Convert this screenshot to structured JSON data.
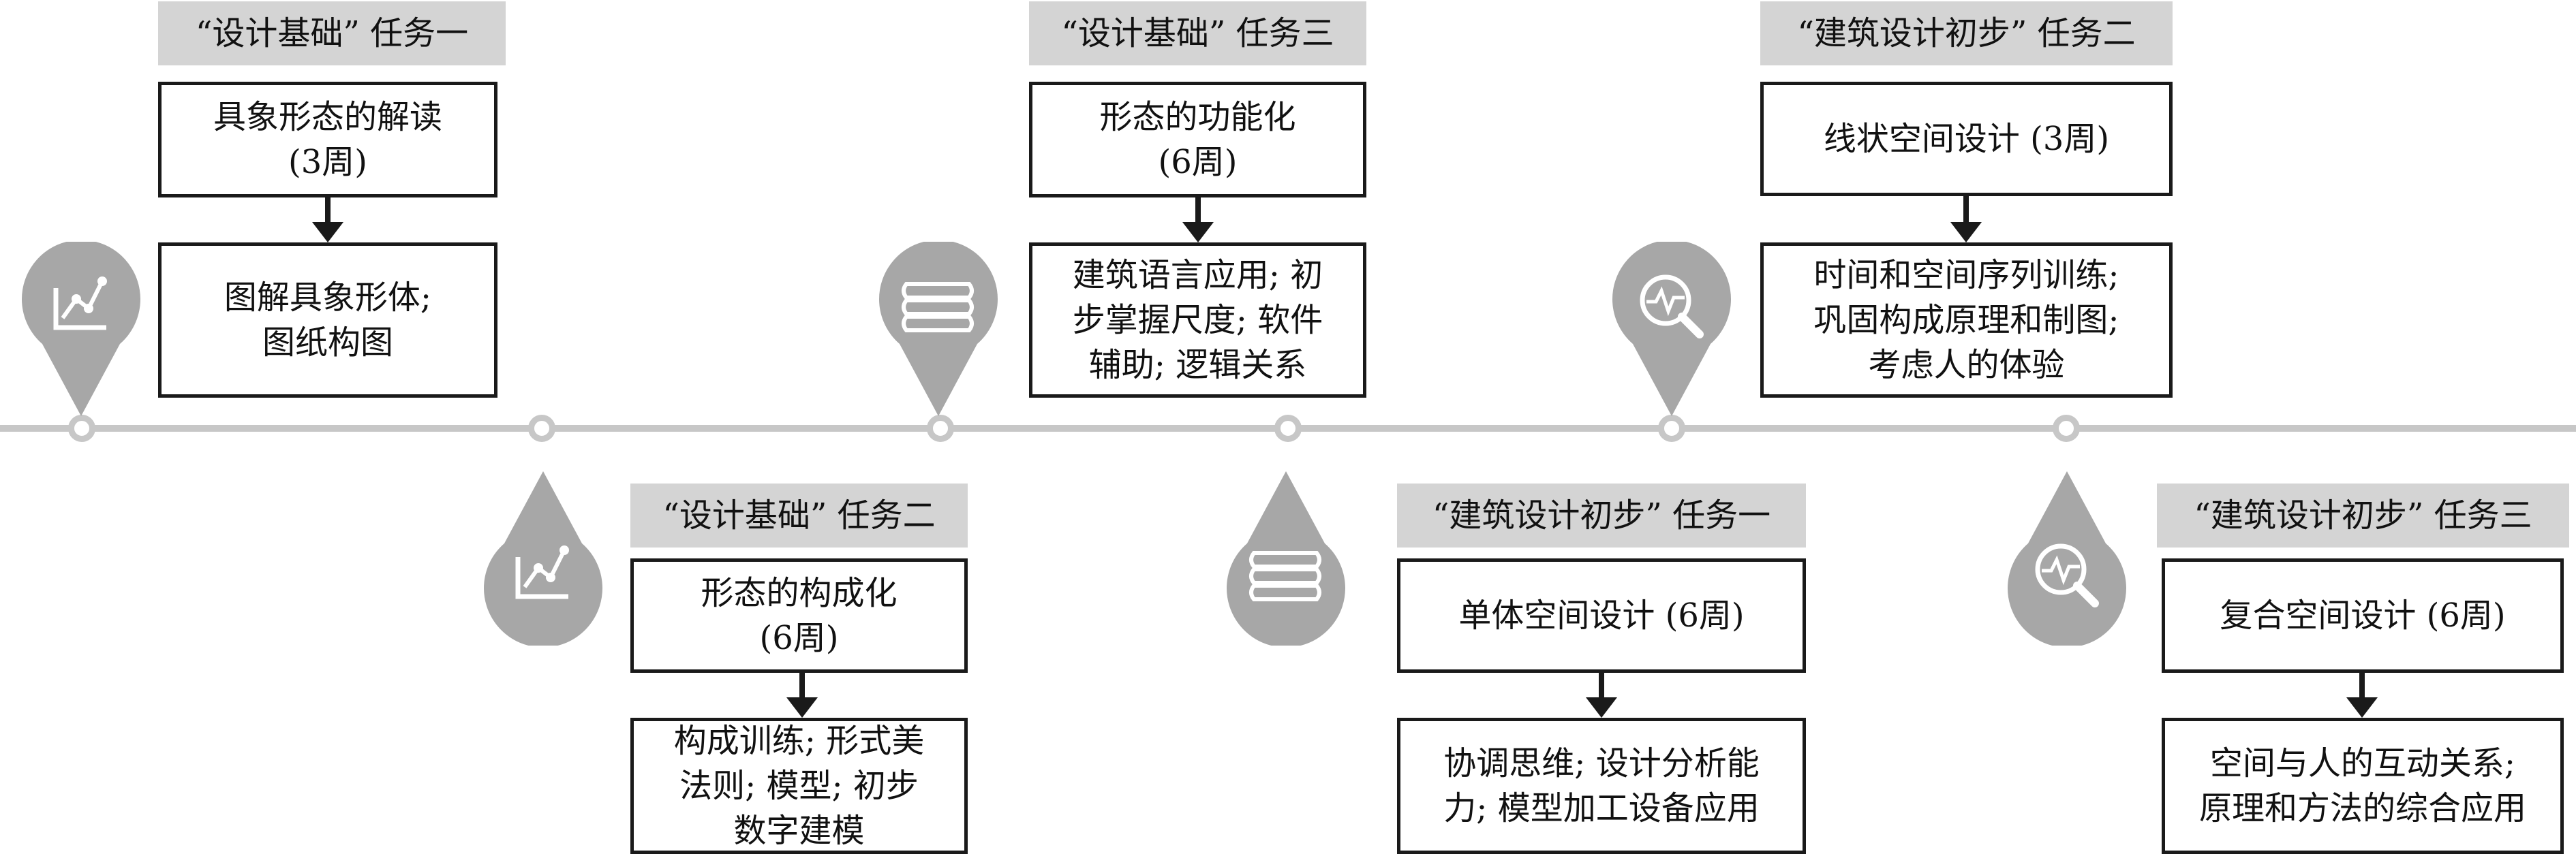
{
  "colors": {
    "tag_bg": "#d4d4d4",
    "marker": "#a7a7a7",
    "line": "#c7c7c7",
    "border": "#1a1a1a"
  },
  "stages": [
    {
      "tag": "“设计基础” 任务一",
      "main": [
        "具象形态的解读",
        "(3周)"
      ],
      "detail": [
        "图解具象形体;",
        "图纸构图"
      ],
      "icon": "chart-icon"
    },
    {
      "tag": "“设计基础” 任务二",
      "main": [
        "形态的构成化",
        "(6周)"
      ],
      "detail": [
        "构成训练; 形式美",
        "法则; 模型; 初步",
        "数字建模"
      ],
      "icon": "chart-icon"
    },
    {
      "tag": "“设计基础” 任务三",
      "main": [
        "形态的功能化",
        "(6周)"
      ],
      "detail": [
        "建筑语言应用; 初",
        "步掌握尺度; 软件",
        "辅助; 逻辑关系"
      ],
      "icon": "books-icon"
    },
    {
      "tag": "“建筑设计初步” 任务一",
      "main": [
        "单体空间设计 (6周)"
      ],
      "detail": [
        "协调思维; 设计分析能",
        "力; 模型加工设备应用"
      ],
      "icon": "books-icon"
    },
    {
      "tag": "“建筑设计初步” 任务二",
      "main": [
        "线状空间设计 (3周)"
      ],
      "detail": [
        "时间和空间序列训练;",
        "巩固构成原理和制图;",
        "考虑人的体验"
      ],
      "icon": "search-pulse-icon"
    },
    {
      "tag": "“建筑设计初步” 任务三",
      "main": [
        "复合空间设计 (6周)"
      ],
      "detail": [
        "空间与人的互动关系;",
        "原理和方法的综合应用"
      ],
      "icon": "search-pulse-icon"
    }
  ]
}
